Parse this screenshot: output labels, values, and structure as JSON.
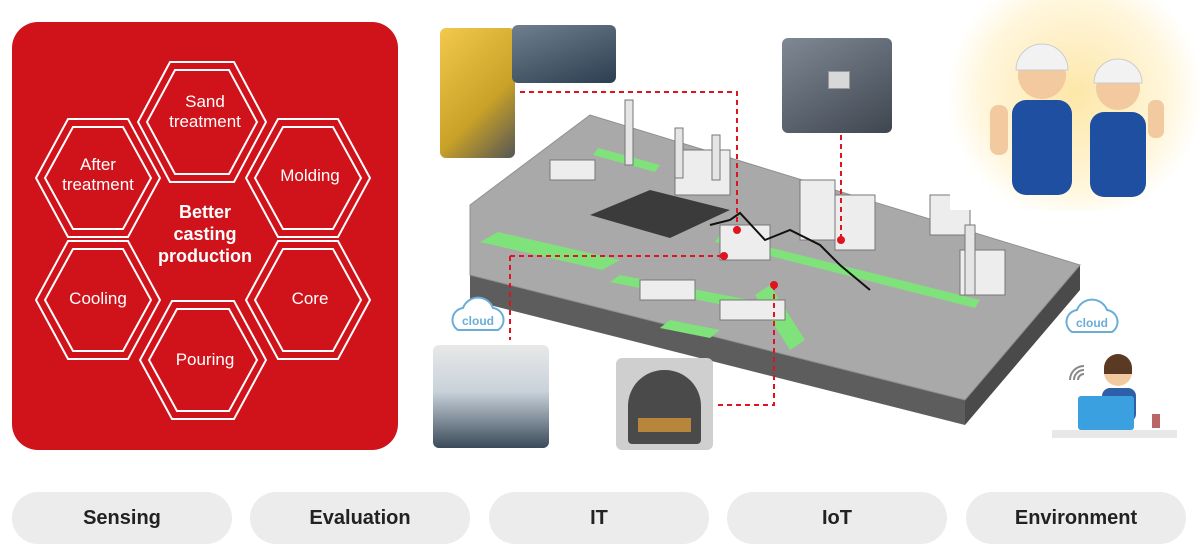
{
  "cycle": {
    "center_title": "Better casting production",
    "processes": [
      "Sand treatment",
      "Molding",
      "Core",
      "Pouring",
      "Cooling",
      "After treatment"
    ]
  },
  "clouds": [
    "cloud",
    "cloud"
  ],
  "categories": [
    "Sensing",
    "Evaluation",
    "IT",
    "IoT",
    "Environment"
  ],
  "colors": {
    "panel_red": "#d0121b",
    "connector_red": "#e0141e",
    "factory_gray": "#8a8a8a",
    "walkway_green": "#7fe27a",
    "pill_bg": "#ececec",
    "cloud_blue": "#6aaed8"
  }
}
